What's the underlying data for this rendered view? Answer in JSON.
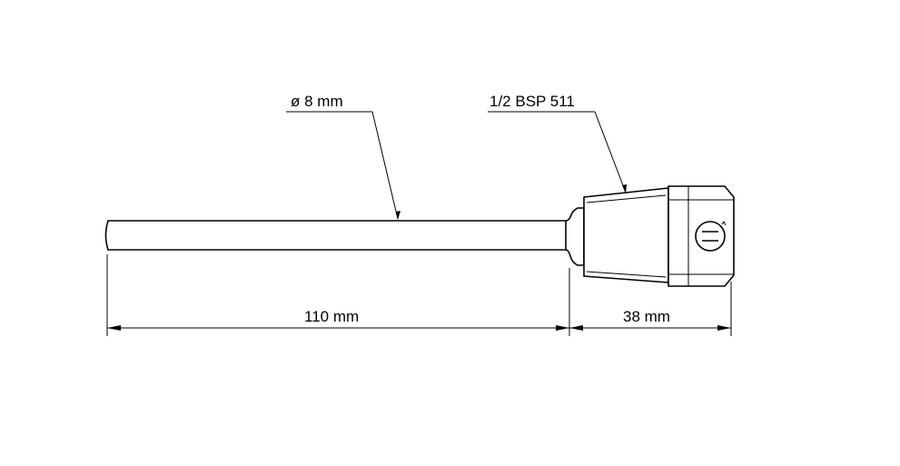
{
  "labels": {
    "diameter": "ø 8 mm",
    "thread": "1/2 BSP 511",
    "rod_length": "110 mm",
    "head_length": "38 mm"
  }
}
